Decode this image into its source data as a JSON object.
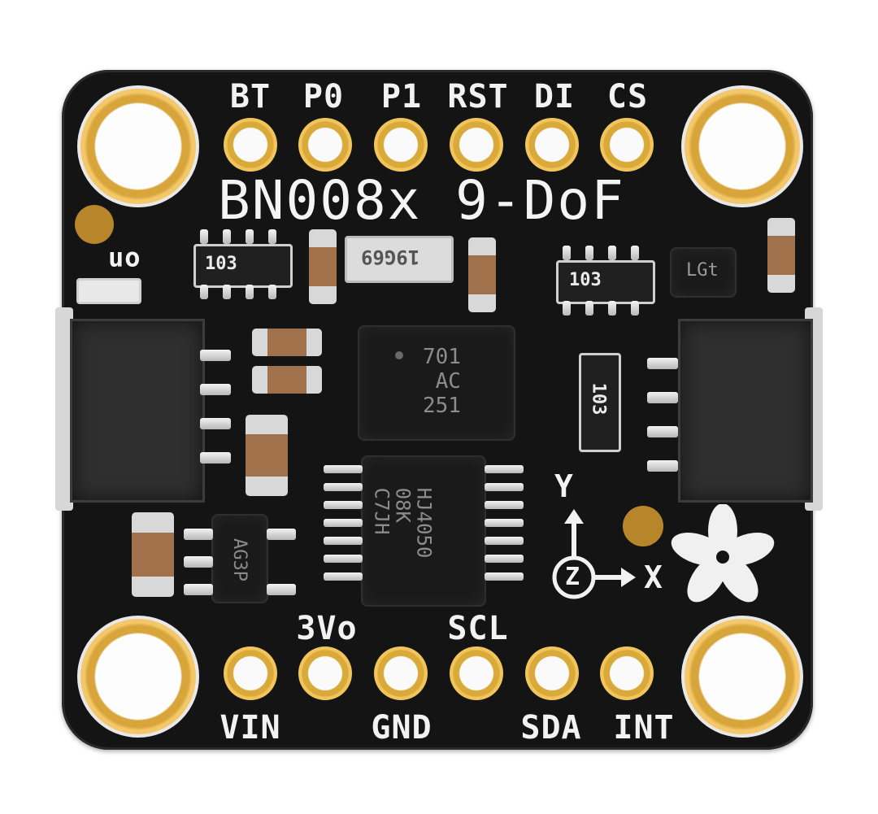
{
  "board": {
    "title": "BN008x 9-DoF",
    "top_pins": [
      "BT",
      "P0",
      "P1",
      "RST",
      "DI",
      "CS"
    ],
    "bottom_pins": [
      "VIN",
      "3Vo",
      "GND",
      "SCL",
      "SDA",
      "INT"
    ],
    "led_label": "on",
    "axes": {
      "y": "Y",
      "x": "X",
      "z": "Z"
    },
    "components": {
      "resistor_left": "103",
      "resistor_right": "103",
      "resistor_vertical": "103",
      "crystal": "19G69",
      "small_chip": "LGt",
      "sensor_chip": "701\n AC\n251",
      "usb_chip": "HJ4050\n08K\nC7JH",
      "regulator": "AG3P"
    },
    "colors": {
      "pcb": "#141414",
      "gold": "#e0b24a",
      "silkscreen": "#f2f2f2"
    }
  }
}
